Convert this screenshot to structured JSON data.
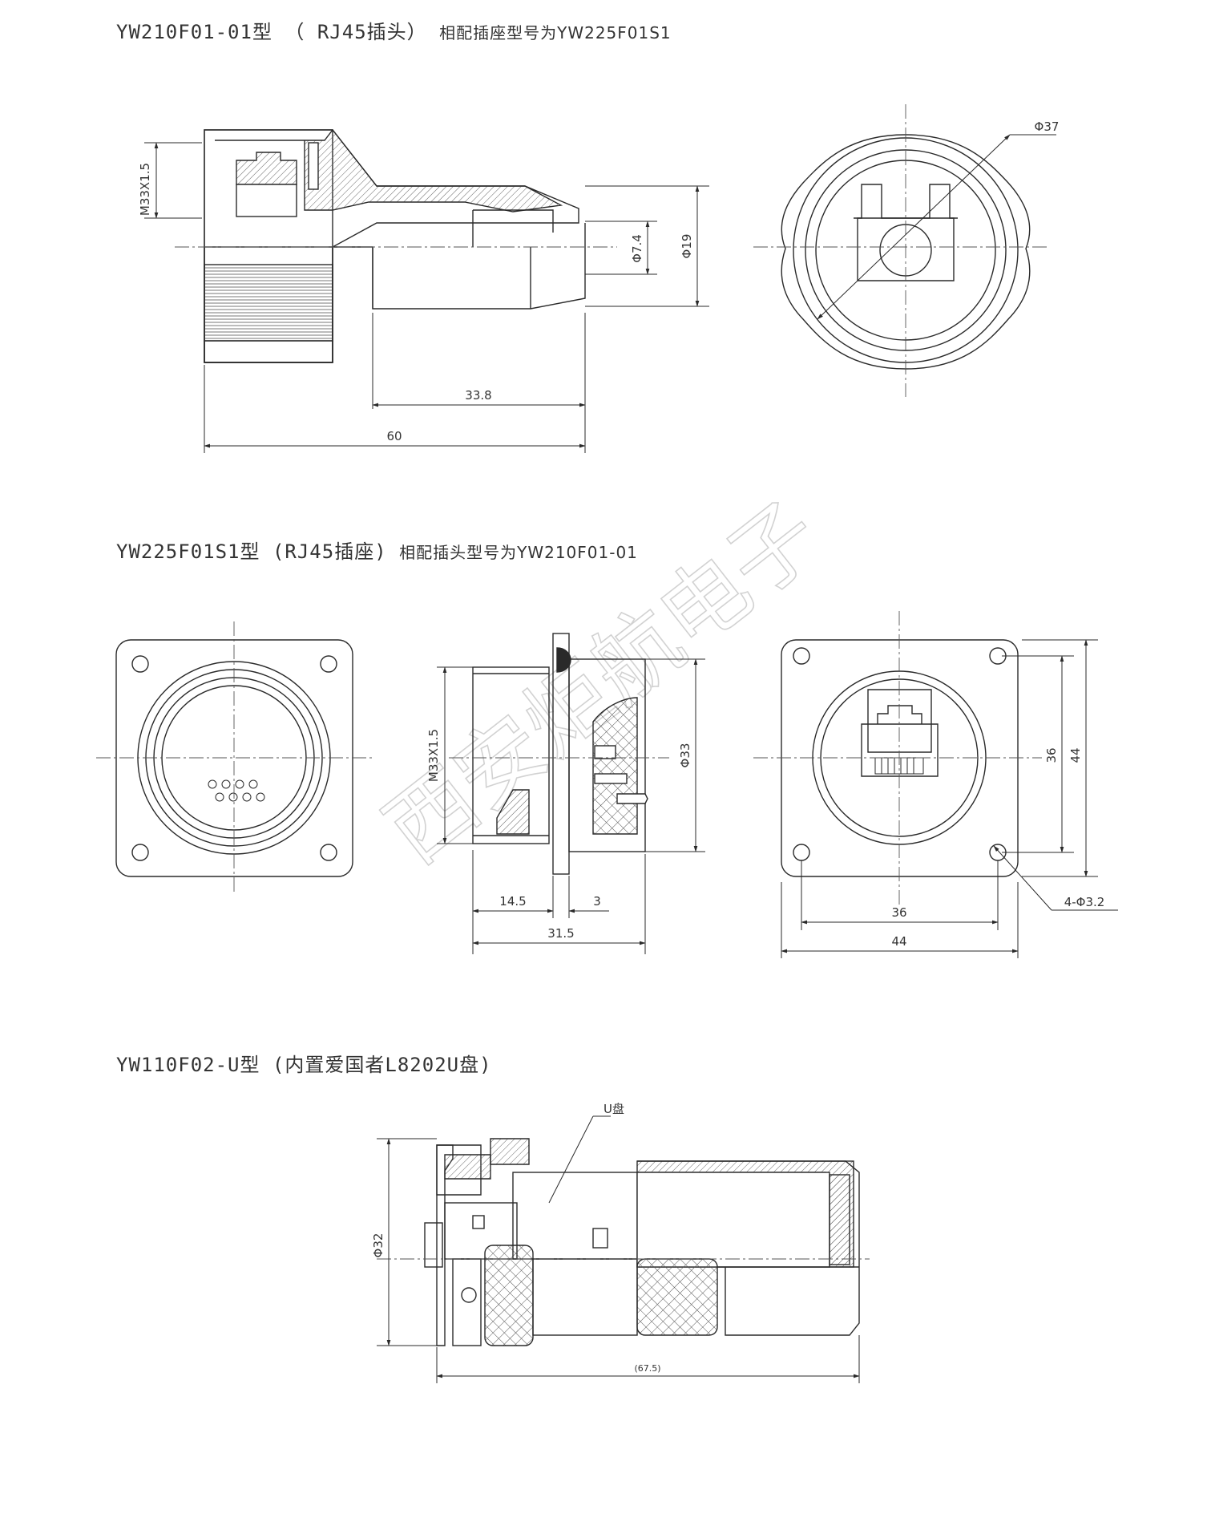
{
  "sections": [
    {
      "model": "YW210F01-01型",
      "desc": "（ RJ45插头）",
      "note": "相配插座型号为YW225F01S1"
    },
    {
      "model": "YW225F01S1型",
      "desc": "(RJ45插座)",
      "note": "相配插头型号为YW210F01-01"
    },
    {
      "model": "YW110F02-U型",
      "desc": "(内置爱国者L8202U盘)",
      "note": ""
    }
  ],
  "dims": {
    "d1_thread": "M33X1.5",
    "d1_inner": "Φ7.4",
    "d1_outer": "Φ19",
    "d1_len_body": "33.8",
    "d1_len_total": "60",
    "d1_face": "Φ37",
    "d2_thread": "M33X1.5",
    "d2_outer": "Φ33",
    "d2_flange_a": "14.5",
    "d2_flange_b": "3",
    "d2_len": "31.5",
    "d2_hole_span_v": "36",
    "d2_size_v": "44",
    "d2_hole_span_h": "36",
    "d2_size_h": "44",
    "d2_holes": "4-Φ3.2",
    "d3_udisk": "U盘",
    "d3_dia": "Φ32",
    "d3_len": "(67.5)"
  },
  "watermark": "西安炬航电子",
  "colors": {
    "line": "#2a2a2a",
    "center": "#555555",
    "hatch": "#666666",
    "watermark": "#d2d2d2"
  }
}
